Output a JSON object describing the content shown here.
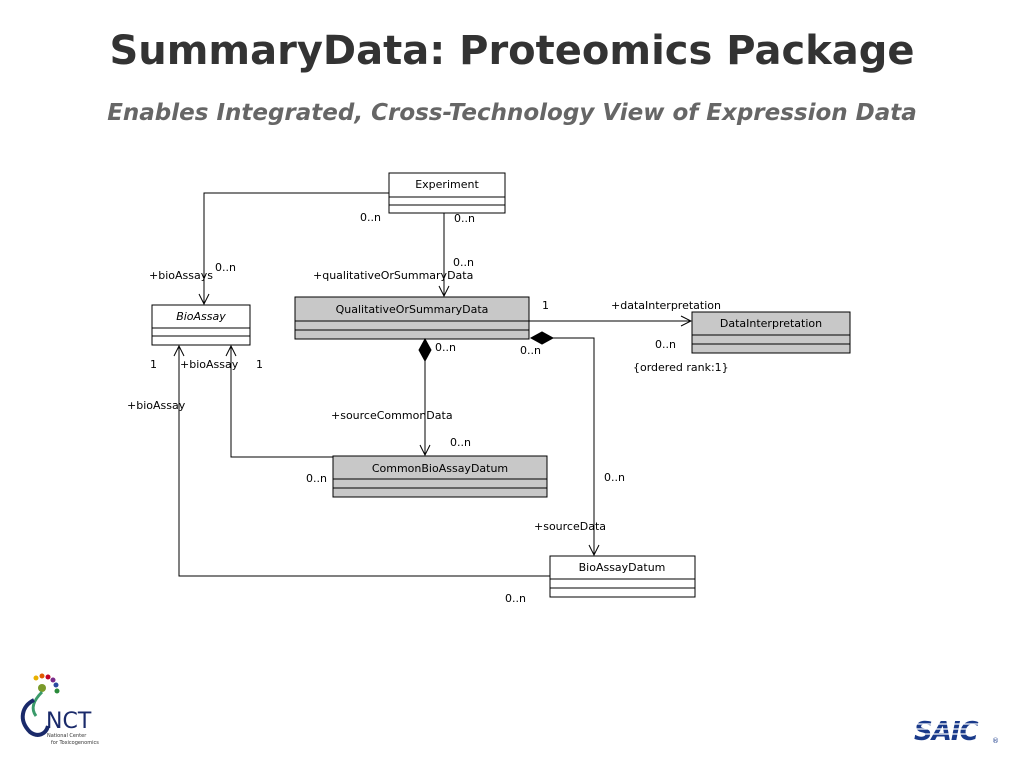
{
  "slide": {
    "title": "SummaryData: Proteomics Package",
    "subtitle": "Enables Integrated, Cross-Technology View of Expression Data"
  },
  "classes": {
    "experiment": "Experiment",
    "bioassay": "BioAssay",
    "qualitative": "QualitativeOrSummaryData",
    "datainterp": "DataInterpretation",
    "common": "CommonBioAssayDatum",
    "bioassaydatum": "BioAssayDatum"
  },
  "labels": {
    "exp_mult_left": "0..n",
    "exp_mult_right": "0..n",
    "ba_mult_top": "0..n",
    "role_bioassays": "+bioAssays",
    "qual_mult_top": "0..n",
    "role_qualitative": "+qualitativeOrSummaryData",
    "qual_one": "1",
    "role_datainterp": "+dataInterpretation",
    "di_mult": "0..n",
    "di_constraint": "{ordered rank:1}",
    "ba_one_left": "1",
    "role_bioassay_mid": "+bioAssay",
    "ba_one_right": "1",
    "role_bioassay_left": "+bioAssay",
    "qual_mult_diamond1": "0..n",
    "qual_mult_diamond2": "0..n",
    "role_sourcecommon": "+sourceCommonData",
    "common_mult_top": "0..n",
    "common_mult_left": "0..n",
    "bad_mult_top": "0..n",
    "role_sourcedata": "+sourceData",
    "bad_mult_bottom": "0..n"
  },
  "logos": {
    "nct_text": "NCT",
    "nct_line1": "National Center",
    "nct_line2": "for Toxicogenomics",
    "saic_text": "SAIC",
    "saic_reg": "®",
    "saic_color": "#1a3a8a",
    "nct_color": "#1a2a6a"
  }
}
